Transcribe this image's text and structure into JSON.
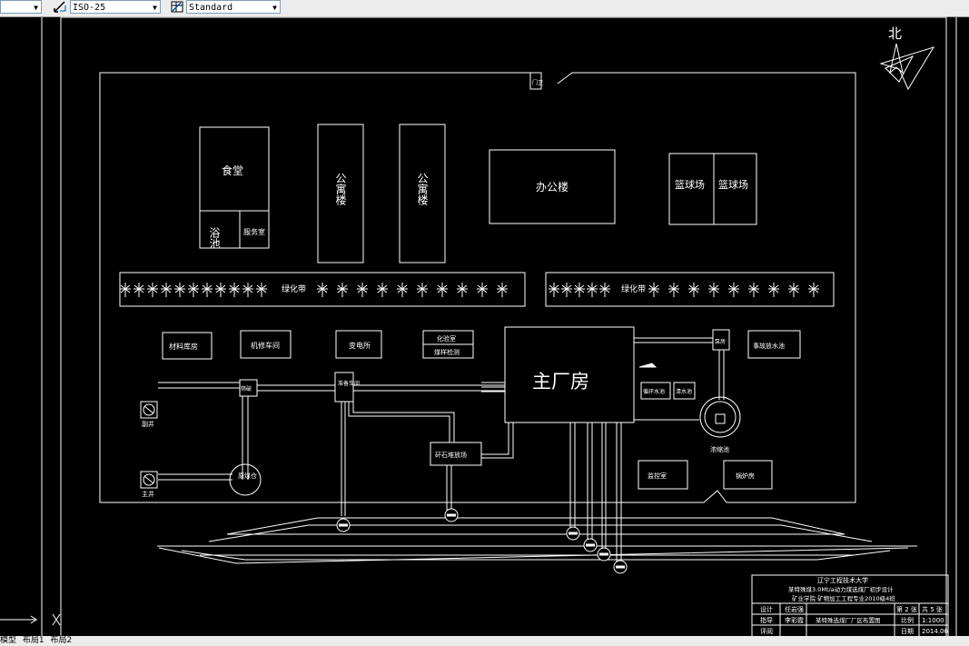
{
  "toolbar": {
    "layer_value": "",
    "dimstyle_value": "ISO-25",
    "tablestyle_value": "Standard",
    "icons": [
      "dimension-style-icon",
      "table-style-icon"
    ]
  },
  "compass": {
    "north_label": "北"
  },
  "buildings": {
    "gate": "门卫",
    "canteen": "食堂",
    "bath": "浴池",
    "service": "服务室",
    "dorm1": "公寓楼",
    "dorm2": "公寓楼",
    "office": "办公楼",
    "court1": "篮球场",
    "court2": "篮球场",
    "green1": "绿化带",
    "green2": "绿化带",
    "material": "材料库房",
    "repair": "机修车间",
    "substation": "变电所",
    "lab": "化验室",
    "coal_test": "煤样检测",
    "main_plant": "主厂房",
    "pump": "泵房",
    "accident_pool": "事故放水池",
    "crusher": "筛破",
    "prep_shop": "准备车间",
    "aux_shaft": "副井",
    "main_shaft": "主井",
    "raw_bin": "原煤仓",
    "gangue_yard": "矸石堆放场",
    "mid_water": "循环水池",
    "clear_water": "清水池",
    "thickener": "浓缩池",
    "control": "监控室",
    "boiler": "锅炉房"
  },
  "title_block": {
    "line1": "辽宁工程技术大学",
    "line2": "某特殊煤3.0Mt/a动力煤选煤厂初步设计",
    "line3": "矿业学院 矿物加工工程专业2010级4班",
    "design_label": "设计",
    "design_name": "任岩强",
    "guide_label": "指导",
    "guide_name": "李彩霞",
    "review_label": "评阅",
    "drawing_title": "某特殊选煤厂厂区布置图",
    "sheet": "第 2 张",
    "total": "共 5 张",
    "scale_label": "比例",
    "scale_value": "1:1000",
    "date_label": "日期",
    "date_value": "2014.06"
  },
  "tabs": {
    "model": "模型",
    "layout1": "布局1",
    "layout2": "布局2"
  }
}
